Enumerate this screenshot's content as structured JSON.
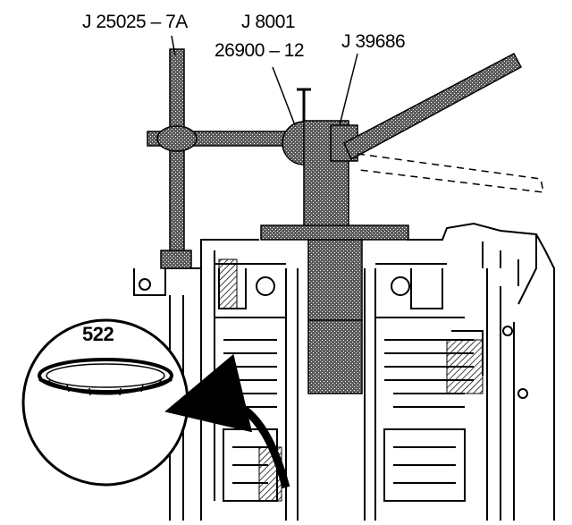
{
  "labels": {
    "tool_a": "J 25025 – 7A",
    "tool_b_line1": "J 8001",
    "tool_b_line2": "26900 – 12",
    "tool_c": "J 39686",
    "part_number": "522"
  },
  "colors": {
    "ink": "#000000",
    "shade": "#3c3c3c",
    "paper": "#ffffff"
  }
}
